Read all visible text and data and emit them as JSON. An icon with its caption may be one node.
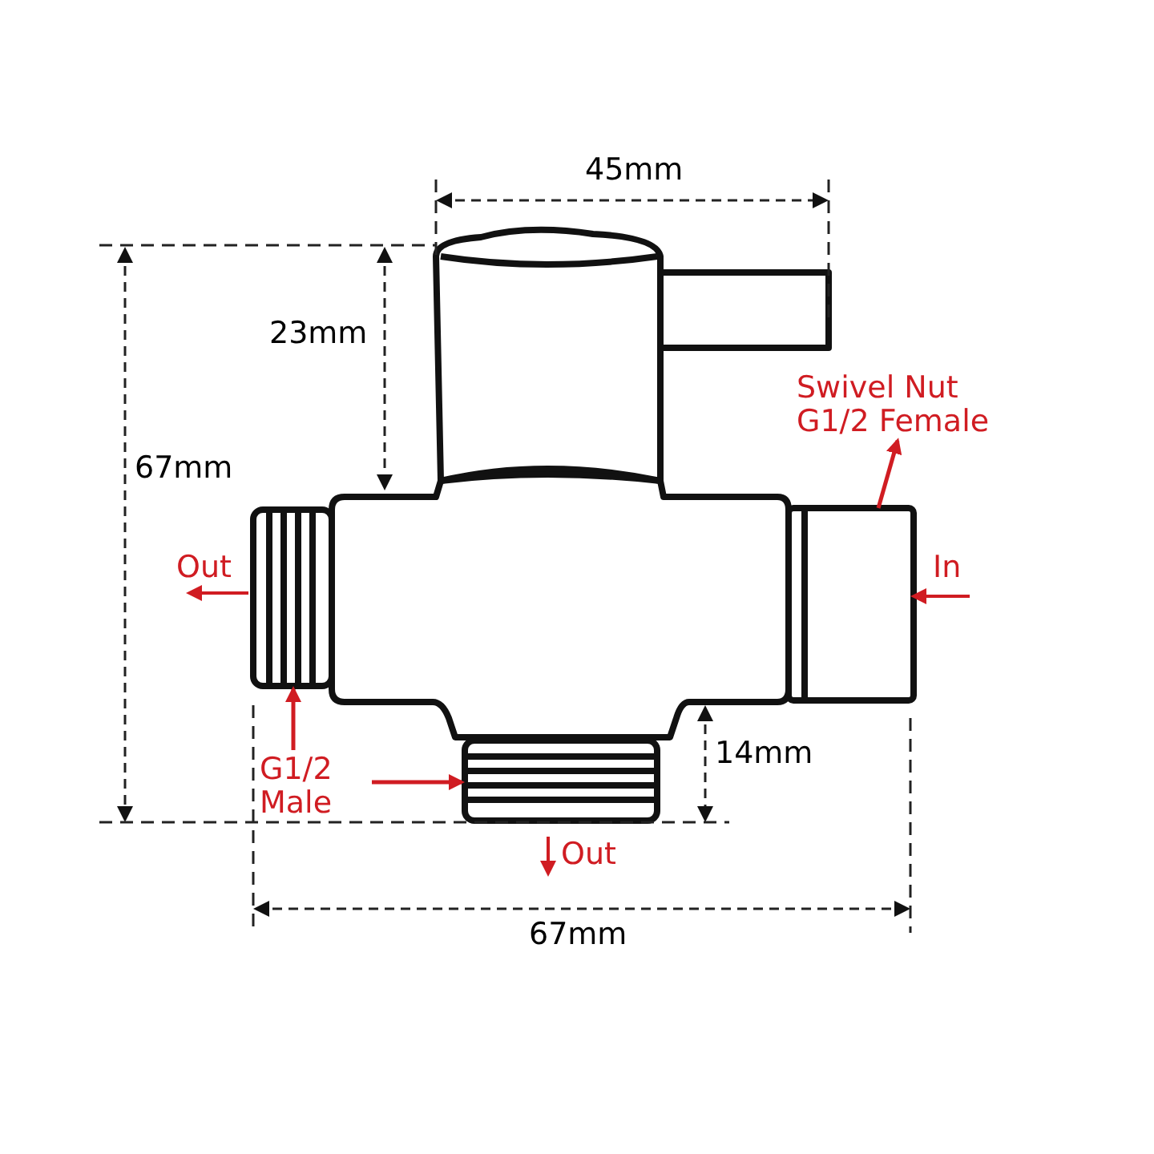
{
  "diagram": {
    "nodes": [
      {
        "text": [
          "Swivel Nut G1/2 Female"
        ]
      },
      {
        "text": [],
        "shape": "picture",
        "beside": [
          "In"
        ]
      },
      {
        "text": [
          "G1/2 Male"
        ]
      },
      {
        "text": [],
        "shape": "picture",
        "beside": [
          "Out"
        ]
      },
      {
        "text": [],
        "shape": "picture",
        "beside": [
          "Out"
        ]
      }
    ],
    "edges": [
      {
        "from": 1,
        "to": 0,
        "arrow": "to"
      },
      {
        "from": 2,
        "to": 3,
        "arrow": "to"
      },
      {
        "from": 2,
        "to": 4,
        "arrow": "to"
      }
    ],
    "labels": [
      "45mm",
      "23mm",
      "67mm",
      "14mm",
      "67mm"
    ]
  }
}
